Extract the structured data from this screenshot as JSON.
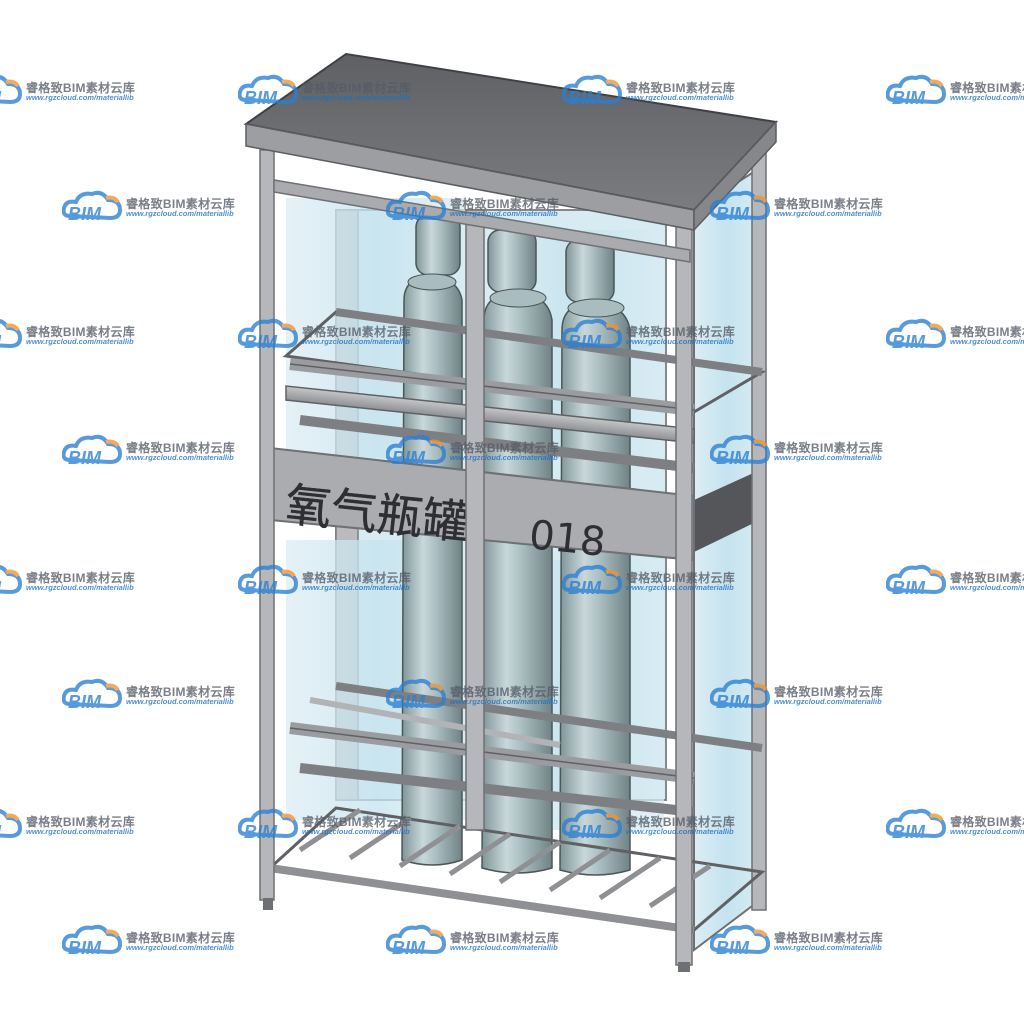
{
  "cabinet": {
    "sign_text": "氧气瓶罐",
    "sign_number": "018"
  },
  "watermark": {
    "logo_text": "BIM",
    "brand": "睿格致BIM素材云库",
    "url": "www.rgzcloud.com/materiallib"
  },
  "colors": {
    "frame": "#a9abae",
    "frame_dark": "#7d7f82",
    "roof": "#6a6c70",
    "glass": "#cfe6f0",
    "cylinder": "#9ab0b4",
    "watermark_blue": "#2a7fd4",
    "watermark_orange": "#f2932f"
  }
}
